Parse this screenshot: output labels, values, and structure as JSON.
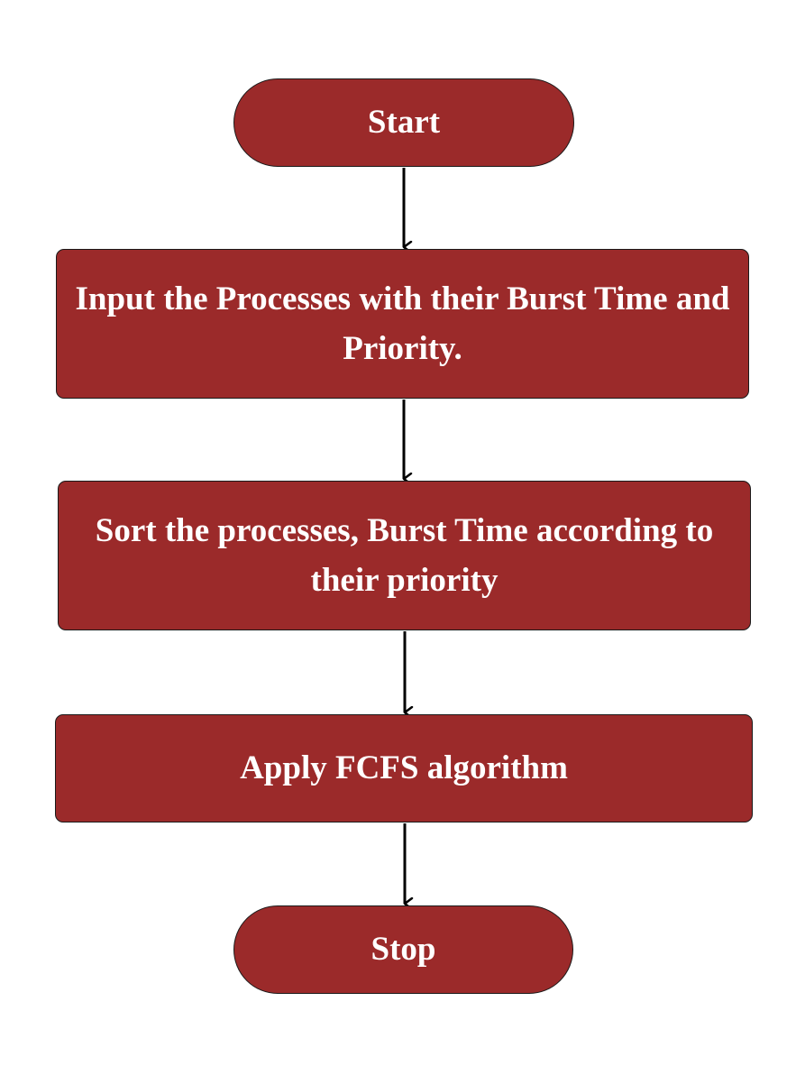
{
  "flowchart": {
    "start": {
      "label": "Start"
    },
    "steps": [
      {
        "label": "Input the Processes with their Burst Time and Priority."
      },
      {
        "label": "Sort the processes, Burst Time according to their priority"
      },
      {
        "label": "Apply FCFS algorithm"
      }
    ],
    "stop": {
      "label": "Stop"
    }
  },
  "colors": {
    "node_fill": "#9b2a2a",
    "node_border": "#1a1a1a",
    "node_text": "#ffffff",
    "arrow": "#000000"
  }
}
